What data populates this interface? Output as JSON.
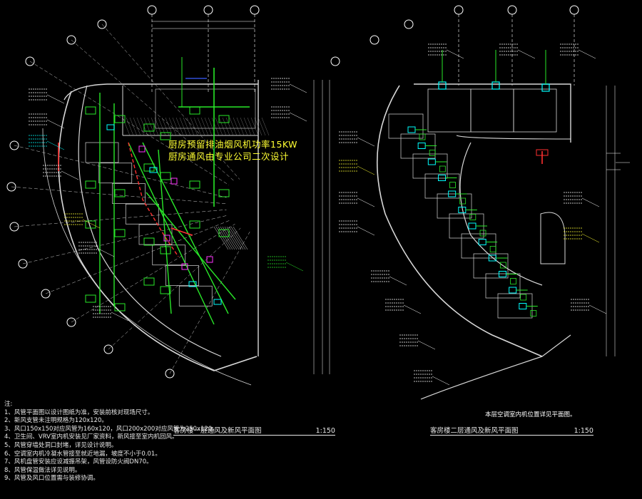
{
  "colors": {
    "background": "#000000",
    "wall": "#d8d8d8",
    "grid": "#ffffff",
    "duct_green": "#29e829",
    "duct_red": "#ff3030",
    "cyan": "#00ffff",
    "magenta": "#ff33ff",
    "yellow": "#ffff33",
    "blue": "#3a5cff"
  },
  "notes": {
    "heading": "注:",
    "items": [
      "1、风管平面图以设计图纸为准，安装前核对现场尺寸。",
      "2、新风支管未注明规格为120x120。",
      "3、风口150x150对应风管为160x120，风口200x200对应风管为250x120。",
      "4、卫生间、VRV室内机安装见厂家资料，新风接至室内机回风。",
      "5、风管穿墙处洞口封堵，详见设计说明。",
      "6、空调室内机冷凝水管接至就近地漏，坡度不小于0.01。",
      "7、风机盘管安装应设减振吊架，风管设防火阀DN70。",
      "8、风管保温做法详见说明。",
      "9、风管及风口位置需与装修协调。"
    ]
  },
  "kitchen_note": {
    "line1": "厨房预留排油烟风机功率15KW",
    "line2": "厨房通风由专业公司二次设计"
  },
  "sheets": [
    {
      "title": "客房楼一层通风及新风平面图",
      "scale": "1:150"
    },
    {
      "title": "客房楼二层通风及新风平面图",
      "scale": "1:150"
    }
  ],
  "annotation": "本层空调室内机位置详见平面图。"
}
